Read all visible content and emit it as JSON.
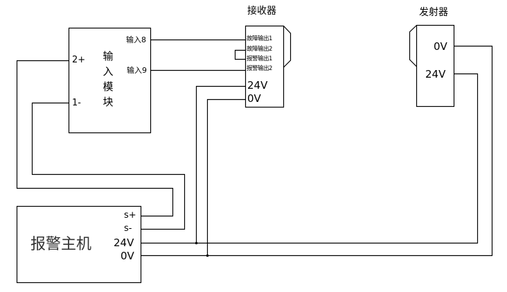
{
  "receiver": {
    "title": "接收器",
    "terminals": [
      "故障输出1",
      "故障输出2",
      "报警输出1",
      "报警输出2",
      "24V",
      "0V"
    ]
  },
  "transmitter": {
    "title": "发射器",
    "terminals": [
      "0V",
      "24V"
    ]
  },
  "input_module": {
    "name_chars": [
      "输",
      "入",
      "模",
      "块"
    ],
    "terminals": {
      "in8": "输入8",
      "in9": "输入9",
      "pos": "2+",
      "neg": "1-"
    }
  },
  "alarm_host": {
    "name": "报警主机",
    "terminals": [
      "s+",
      "s-",
      "24V",
      "0V"
    ]
  },
  "colors": {
    "line": "#000000",
    "background": "#ffffff"
  }
}
